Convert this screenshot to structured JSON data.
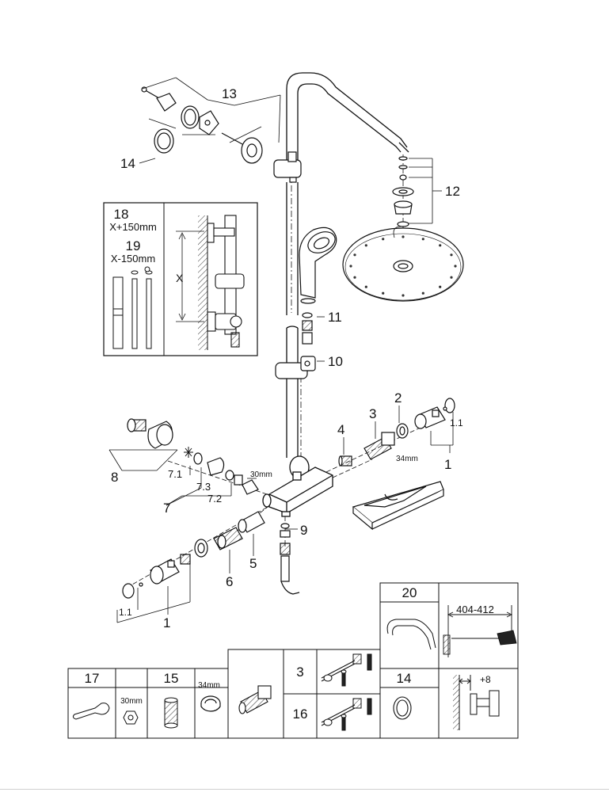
{
  "callouts": {
    "c13": "13",
    "c14": "14",
    "c12": "12",
    "c11": "11",
    "c10": "10",
    "c2": "2",
    "c3": "3",
    "c4": "4",
    "c1_1r": "1.1",
    "c34r": "34mm",
    "c1r": "1",
    "c8": "8",
    "c7_1": "7.1",
    "c7_3": "7.3",
    "c7_2": "7.2",
    "c7": "7",
    "c30mm": "30mm",
    "c9": "9",
    "c5": "5",
    "c6": "6",
    "c1_1l": "1.1",
    "c1l": "1"
  },
  "extension_box": {
    "n18": "18",
    "t18": "X+150mm",
    "n19": "19",
    "t19": "X-150mm",
    "x": "X"
  },
  "table": {
    "p17": "17",
    "d17": "30mm",
    "p15": "15",
    "d15": "34mm",
    "p3": "3",
    "p16": "16",
    "p14": "14",
    "p20": "20",
    "dim20": "404-412",
    "plus8": "+8"
  }
}
